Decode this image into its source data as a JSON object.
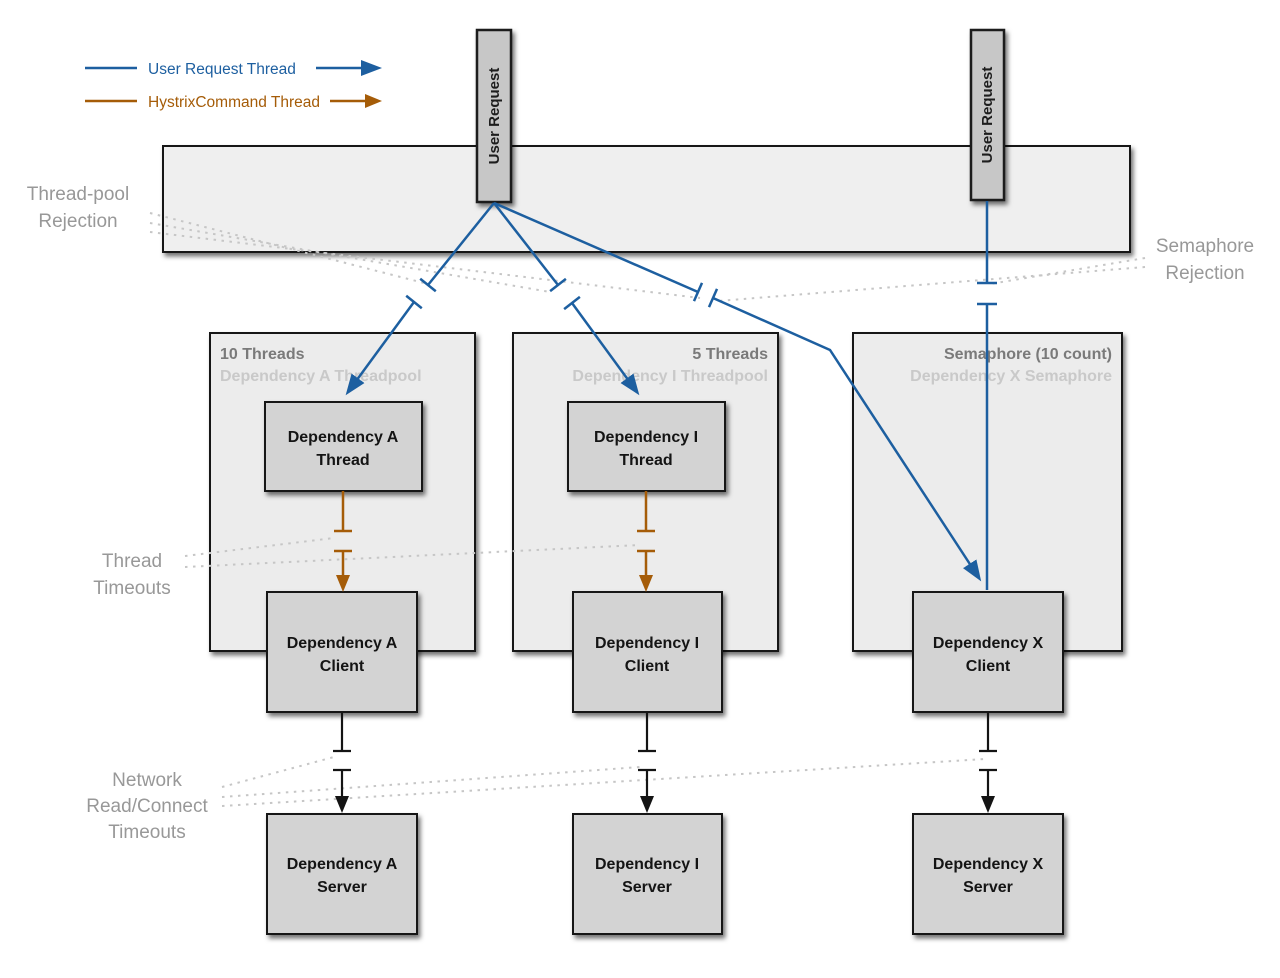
{
  "legend": {
    "items": [
      {
        "label": "User Request Thread",
        "color": "#1d5fa0"
      },
      {
        "label": "HystrixCommand Thread",
        "color": "#a55c08"
      }
    ]
  },
  "user_request_left": "User Request",
  "user_request_right": "User Request",
  "annotations": {
    "threadpool_rejection": [
      "Thread-pool",
      "Rejection"
    ],
    "semaphore_rejection": [
      "Semaphore",
      "Rejection"
    ],
    "thread_timeouts": [
      "Thread",
      "Timeouts"
    ],
    "network_timeouts": [
      "Network",
      "Read/Connect",
      "Timeouts"
    ]
  },
  "pools": [
    {
      "title": "10 Threads",
      "subtitle": "Dependency A Threadpool"
    },
    {
      "title": "5 Threads",
      "subtitle": "Dependency I Threadpool"
    },
    {
      "title": "Semaphore (10 count)",
      "subtitle": "Dependency X Semaphore"
    }
  ],
  "nodes": {
    "thread_a": [
      "Dependency A",
      "Thread"
    ],
    "thread_i": [
      "Dependency I",
      "Thread"
    ],
    "client_a": [
      "Dependency A",
      "Client"
    ],
    "client_i": [
      "Dependency I",
      "Client"
    ],
    "client_x": [
      "Dependency X",
      "Client"
    ],
    "server_a": [
      "Dependency A",
      "Server"
    ],
    "server_i": [
      "Dependency I",
      "Server"
    ],
    "server_x": [
      "Dependency X",
      "Server"
    ]
  },
  "colors": {
    "user_request_thread": "#1d5fa0",
    "hystrix_command_thread": "#a55c08",
    "network_line": "#141414",
    "annotation_text": "#989898",
    "pool_title": "#7a7a7a",
    "pool_subtitle": "#c9c9c9",
    "node_box_fill": "#d3d3d3",
    "container_fill": "#ececec",
    "user_request_box_fill": "#c7c7c7"
  }
}
